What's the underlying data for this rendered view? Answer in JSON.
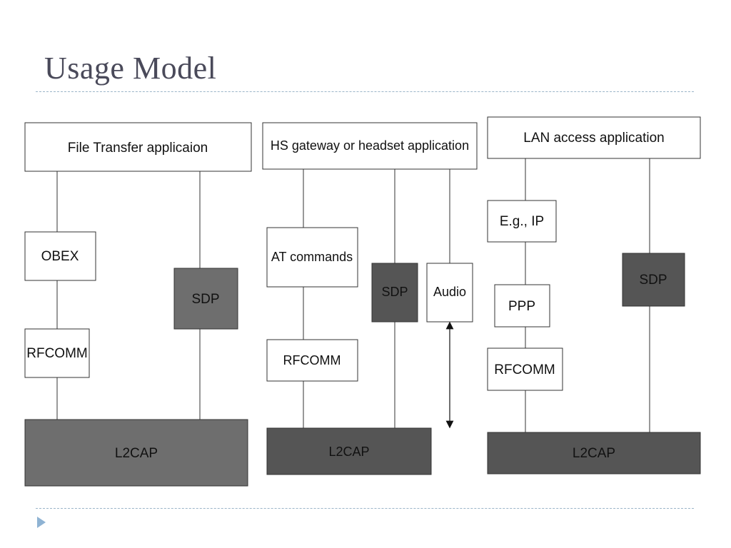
{
  "slide": {
    "title": "Usage Model"
  },
  "colors": {
    "box_white": "#ffffff",
    "box_mid_gray": "#6e6e6e",
    "box_dark_gray": "#555555",
    "line": "#333333",
    "title": "#4a4a5a",
    "accent": "#8fb3d3"
  },
  "diagram": {
    "file_transfer": {
      "app": "File Transfer applicaion",
      "obex": "OBEX",
      "rfcomm": "RFCOMM",
      "sdp": "SDP",
      "l2cap": "L2CAP"
    },
    "headset": {
      "app": "HS gateway or headset application",
      "at_commands": "AT commands",
      "rfcomm": "RFCOMM",
      "sdp": "SDP",
      "audio": "Audio",
      "l2cap": "L2CAP"
    },
    "lan_access": {
      "app": "LAN access application",
      "ip": "E.g., IP",
      "ppp": "PPP",
      "rfcomm": "RFCOMM",
      "sdp": "SDP",
      "l2cap": "L2CAP"
    }
  }
}
